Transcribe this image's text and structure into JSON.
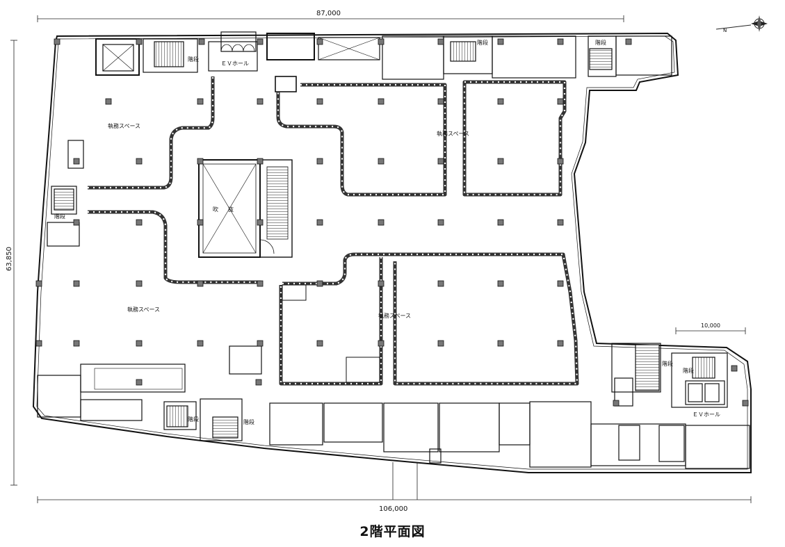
{
  "title": "2階平面図",
  "dimensions": {
    "top": "87,000",
    "bottom": "106,000",
    "left": "63,850",
    "small": "10,000"
  },
  "rooms": {
    "office_nw": "執務スペース",
    "office_ne": "執務スペース",
    "office_w": "執務スペース",
    "office_c": "執務スペース",
    "atrium_a": "吹",
    "atrium_b": "抜",
    "ev_hall_n": "ＥＶホール",
    "ev_hall_se": "ＥＶホール",
    "stair_n": "階段",
    "stair_n2": "階段",
    "stair_ne": "階段",
    "stair_w": "階段",
    "stair_s1": "階段",
    "stair_s2": "階段",
    "stair_e1": "階段",
    "stair_e2": "階段"
  },
  "north_arrow_label": "N"
}
